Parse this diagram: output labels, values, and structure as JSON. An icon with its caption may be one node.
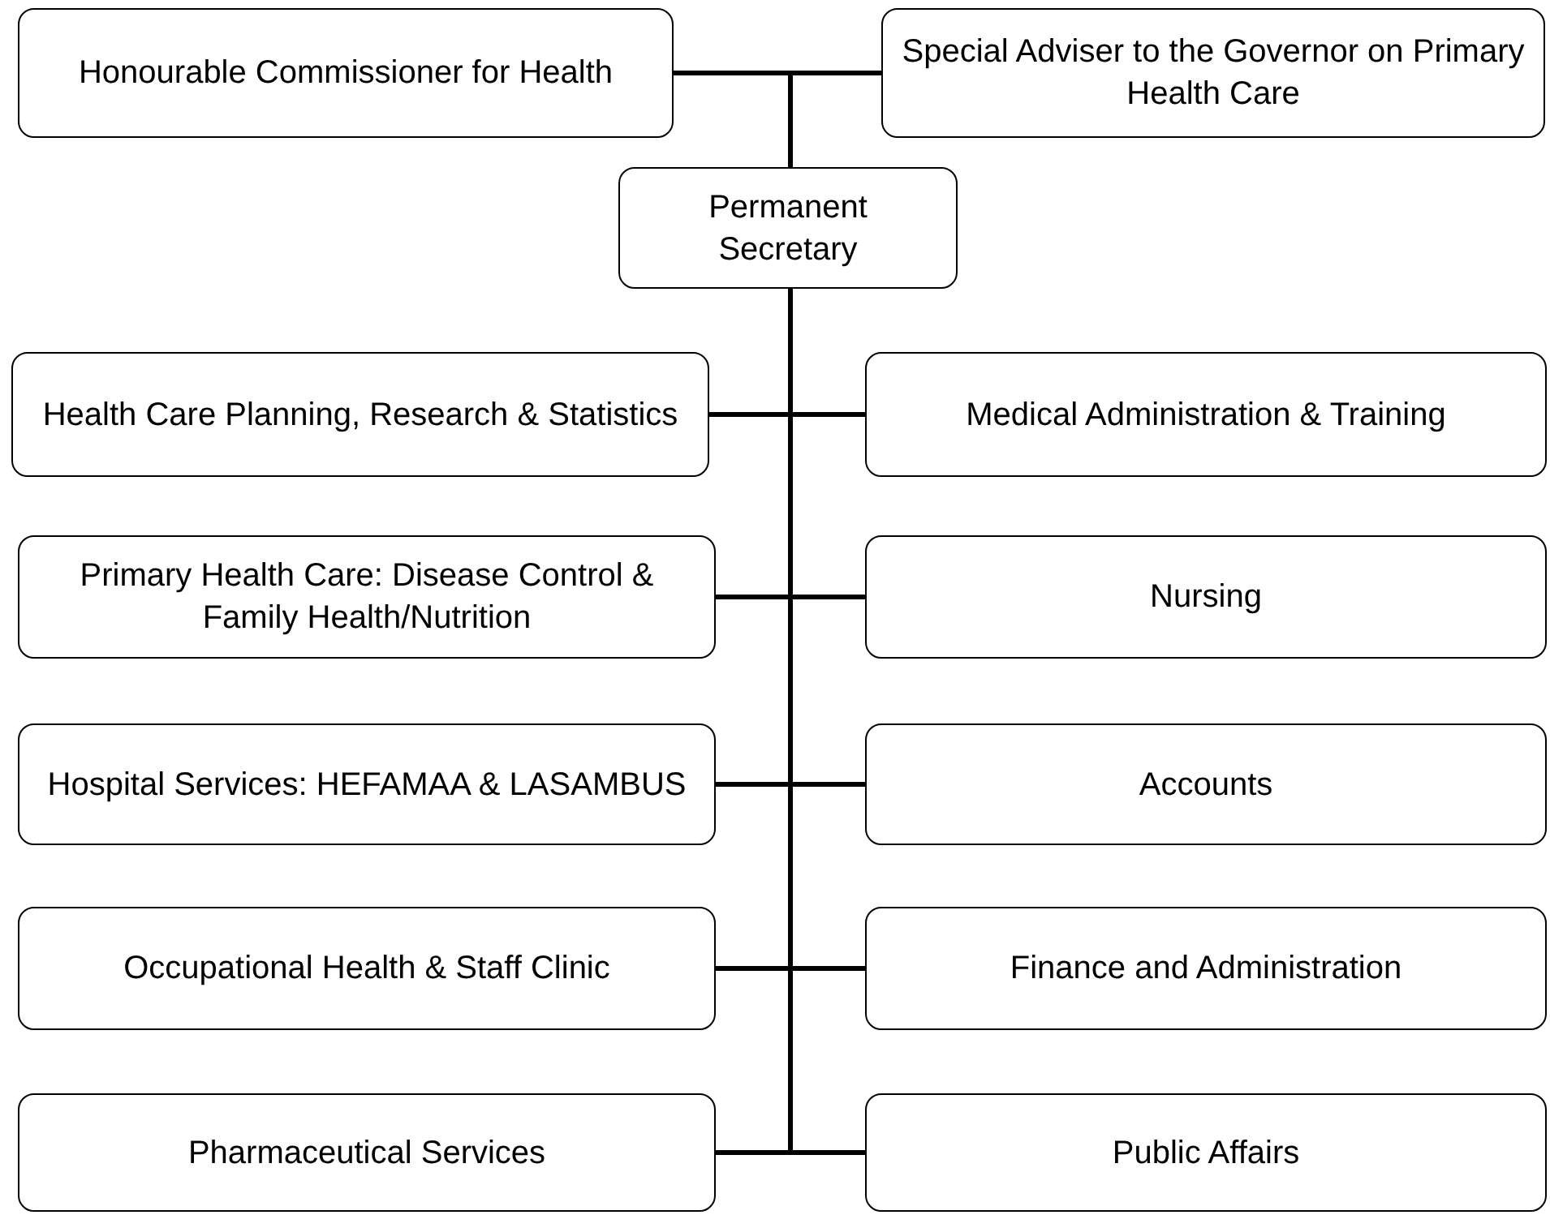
{
  "diagram": {
    "nodes": [
      {
        "text": [
          "Honourable Commissioner for Health"
        ]
      },
      {
        "text": [
          "Special Adviser to the Governor on Primary Health Care"
        ]
      },
      {
        "text": [
          "Permanent Secretary"
        ]
      },
      {
        "text": [
          "Health Care Planning, Research & Statistics"
        ]
      },
      {
        "text": [
          "Medical Administration & Training"
        ]
      },
      {
        "text": [
          "Primary Health Care: Disease Control & Family Health/Nutrition"
        ]
      },
      {
        "text": [
          "Nursing"
        ]
      },
      {
        "text": [
          "Hospital Services: HEFAMAA & LASAMBUS"
        ]
      },
      {
        "text": [
          "Accounts"
        ]
      },
      {
        "text": [
          "Occupational Health & Staff Clinic"
        ]
      },
      {
        "text": [
          "Finance and Administration"
        ]
      },
      {
        "text": [
          "Pharmaceutical Services"
        ]
      },
      {
        "text": [
          "Public Affairs"
        ]
      }
    ],
    "edges": [
      {
        "from": 0,
        "to": 2,
        "arrow": "none"
      },
      {
        "from": 1,
        "to": 2,
        "arrow": "none"
      },
      {
        "from": 2,
        "to": 3,
        "arrow": "none"
      },
      {
        "from": 2,
        "to": 4,
        "arrow": "none"
      },
      {
        "from": 2,
        "to": 5,
        "arrow": "none"
      },
      {
        "from": 2,
        "to": 6,
        "arrow": "none"
      },
      {
        "from": 2,
        "to": 7,
        "arrow": "none"
      },
      {
        "from": 2,
        "to": 8,
        "arrow": "none"
      },
      {
        "from": 2,
        "to": 9,
        "arrow": "none"
      },
      {
        "from": 2,
        "to": 10,
        "arrow": "none"
      },
      {
        "from": 2,
        "to": 11,
        "arrow": "none"
      },
      {
        "from": 2,
        "to": 12,
        "arrow": "none"
      }
    ]
  }
}
